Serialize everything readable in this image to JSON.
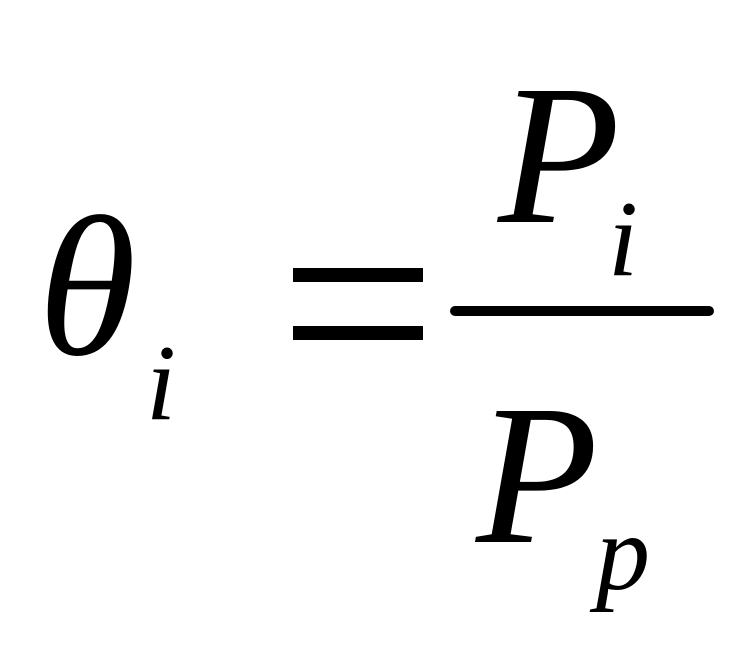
{
  "formula": {
    "lhs": {
      "symbol": "θ",
      "subscript": "i"
    },
    "operator": "=",
    "numerator": {
      "symbol": "P",
      "subscript": "i"
    },
    "denominator": {
      "symbol": "P",
      "subscript": "p"
    }
  },
  "colors": {
    "ink": "#000000",
    "background": "#ffffff"
  }
}
